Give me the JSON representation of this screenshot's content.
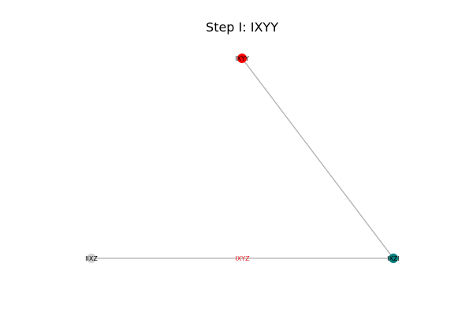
{
  "diagram": {
    "title": "Step I: IXYY",
    "nodes": [
      {
        "id": "top",
        "label": "IXYY",
        "color": "#ff0000"
      },
      {
        "id": "left",
        "label": "IIXZ",
        "color": "#d3d3d3"
      },
      {
        "id": "right",
        "label": "IXZI",
        "color": "#008080"
      }
    ],
    "edges": [
      {
        "id": "top-right",
        "from": "top",
        "to": "right",
        "label": "",
        "color": "#b0b0b0"
      },
      {
        "id": "left-right",
        "from": "left",
        "to": "right",
        "label": "IXYZ",
        "color": "#b0b0b0",
        "label_color": "#e31a1c"
      }
    ]
  }
}
